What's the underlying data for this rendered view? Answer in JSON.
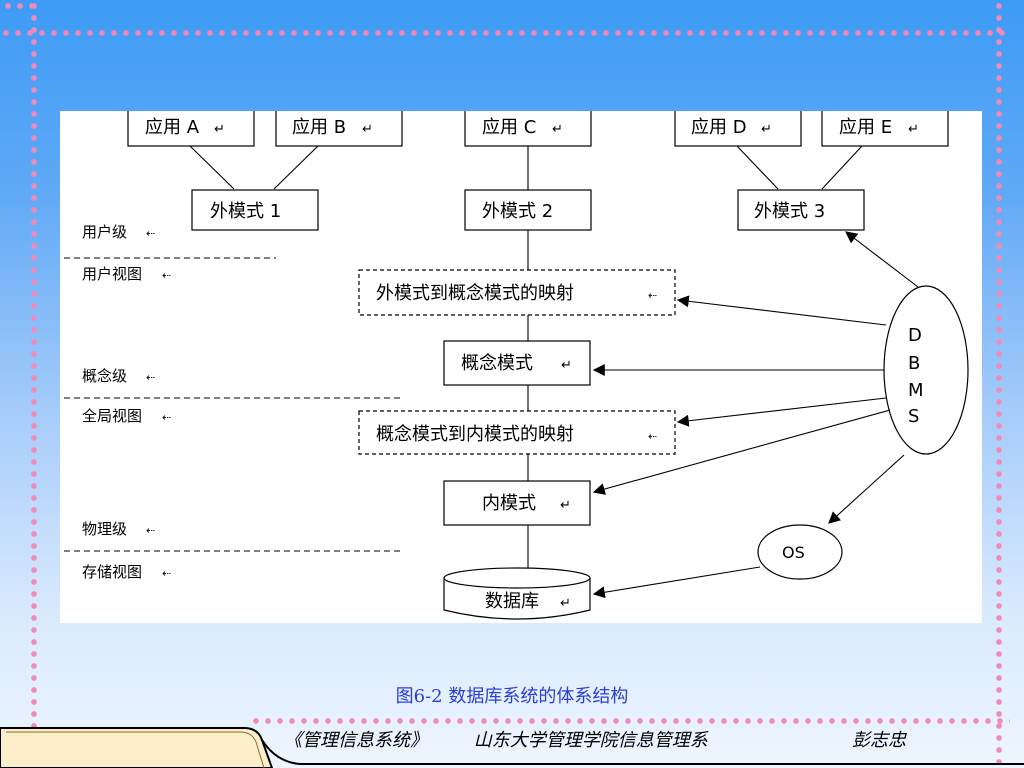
{
  "diagram": {
    "apps": [
      "应用 A",
      "应用 B",
      "应用 C",
      "应用 D",
      "应用 E"
    ],
    "external_schemas": [
      "外模式 1",
      "外模式 2",
      "外模式 3"
    ],
    "mapping_external_conceptual": "外模式到概念模式的映射",
    "conceptual_schema": "概念模式",
    "mapping_conceptual_internal": "概念模式到内模式的映射",
    "internal_schema": "内模式",
    "database": "数据库",
    "dbms_letters": [
      "D",
      "B",
      "M",
      "S"
    ],
    "os": "OS",
    "levels": {
      "user_level": "用户级",
      "user_view": "用户视图",
      "concept_level": "概念级",
      "global_view": "全局视图",
      "physical_level": "物理级",
      "storage_view": "存储视图"
    },
    "return_mark": "↵",
    "level_mark": "⇠"
  },
  "caption": "图6-2   数据库系统的体系结构",
  "footer": {
    "course": "《管理信息系统》",
    "department": "山东大学管理学院信息管理系",
    "author": "彭志忠"
  },
  "colors": {
    "background_top": "#3d9bf5",
    "background_bottom": "#eef5fe",
    "dots": "#f08ab9",
    "caption": "#2a3fd6",
    "footer_tab": "#fbeec9"
  }
}
